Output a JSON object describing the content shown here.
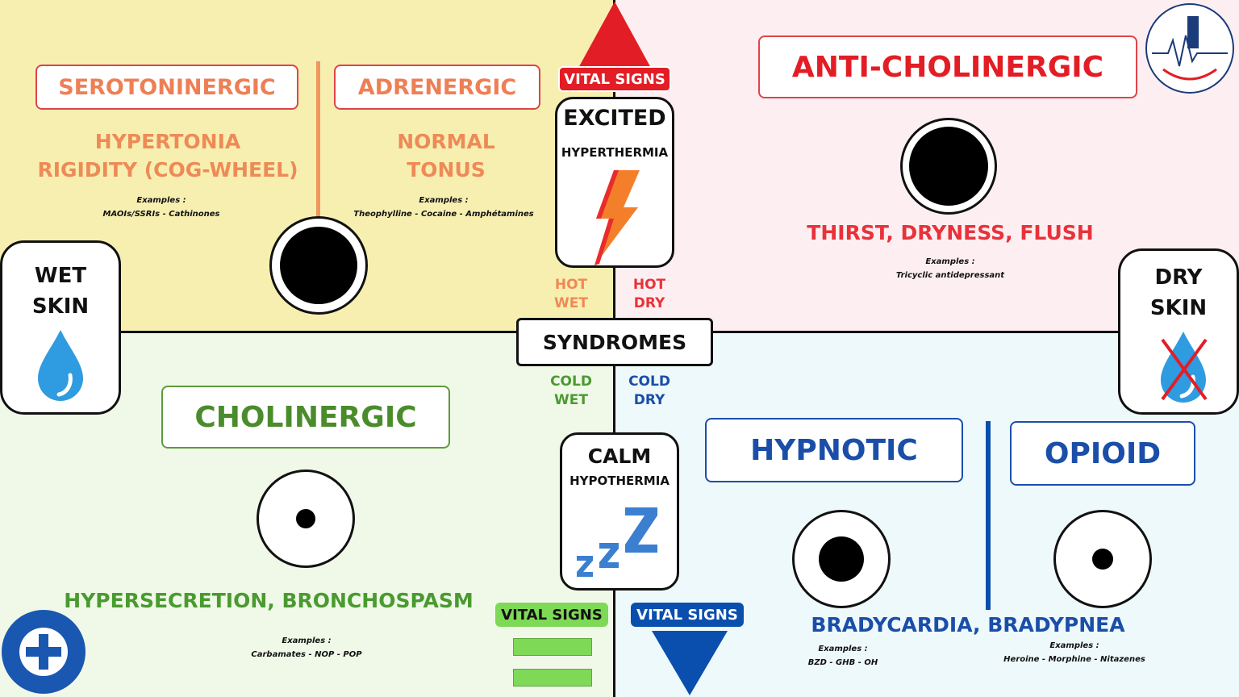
{
  "vital_signs_top": "VITAL SIGNS",
  "excited": {
    "title": "EXCITED",
    "subtitle": "HYPERTHERMIA"
  },
  "calm": {
    "title": "CALM",
    "subtitle": "HYPOTHERMIA"
  },
  "center": "SYNDROMES",
  "quadrant_labels": {
    "hot_wet": [
      "HOT",
      "WET"
    ],
    "hot_dry": [
      "HOT",
      "DRY"
    ],
    "cold_wet": [
      "COLD",
      "WET"
    ],
    "cold_dry": [
      "COLD",
      "DRY"
    ]
  },
  "wet_skin": [
    "WET",
    "SKIN"
  ],
  "dry_skin": [
    "DRY",
    "SKIN"
  ],
  "serotoninergic": {
    "title": "SEROTONINERGIC",
    "signs": [
      "HYPERTONIA",
      "RIGIDITY (COG-WHEEL)"
    ],
    "examples_label": "Examples :",
    "examples": "MAOIs/SSRIs - Cathinones"
  },
  "adrenergic": {
    "title": "ADRENERGIC",
    "signs": [
      "NORMAL",
      "TONUS"
    ],
    "examples_label": "Examples :",
    "examples": "Theophylline - Cocaine - Amphétamines"
  },
  "anticholinergic": {
    "title": "ANTI-CHOLINERGIC",
    "signs": "THIRST, DRYNESS, FLUSH",
    "examples_label": "Examples :",
    "examples": "Tricyclic antidepressant"
  },
  "cholinergic": {
    "title": "CHOLINERGIC",
    "signs": "HYPERSECRETION, BRONCHOSPASM",
    "examples_label": "Examples :",
    "examples": "Carbamates - NOP - POP"
  },
  "hypnotic": {
    "title": "HYPNOTIC",
    "examples_label": "Examples :",
    "examples": "BZD - GHB - OH"
  },
  "opioid": {
    "title": "OPIOID",
    "examples_label": "Examples :",
    "examples": "Heroine - Morphine - Nitazenes"
  },
  "bottom_right_signs": "BRADYCARDIA, BRADYPNEA",
  "vital_signs_green": "VITAL SIGNS",
  "vital_signs_blue": "VITAL SIGNS",
  "colors": {
    "yellow_bg": "#f7efb0",
    "pink_bg": "#fdeff1",
    "green_bg": "#f0f9e8",
    "blue_bg": "#eef9fb",
    "red": "#e31d25",
    "orange": "#ee7f55",
    "green": "#4a8c2c",
    "blue": "#1a4ea8"
  },
  "icons": [
    "lightning-icon",
    "sleep-zzz-icon",
    "water-drop-icon",
    "crossed-water-drop-icon",
    "arrow-up-icon",
    "arrow-down-icon",
    "pupil-icon"
  ]
}
